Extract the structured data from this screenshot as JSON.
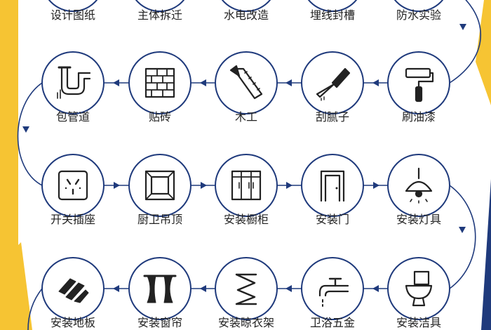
{
  "colors": {
    "accent_yellow": "#f6c433",
    "accent_blue": "#1f3a7c",
    "line": "#1f3a7c",
    "background": "#ffffff",
    "text": "#222222"
  },
  "flow": {
    "row1": [
      {
        "label": "设计图纸",
        "icon": "blueprint-icon"
      },
      {
        "label": "主体拆迁",
        "icon": "demolition-icon"
      },
      {
        "label": "水电改造",
        "icon": "plumbing-electric-icon"
      },
      {
        "label": "埋线封槽",
        "icon": "wire-groove-icon"
      },
      {
        "label": "防水实验",
        "icon": "waterproof-test-icon"
      }
    ],
    "row2": [
      {
        "label": "包管道",
        "icon": "pipe-icon"
      },
      {
        "label": "贴砖",
        "icon": "brick-wall-icon"
      },
      {
        "label": "木工",
        "icon": "saw-icon"
      },
      {
        "label": "刮腻子",
        "icon": "putty-knife-icon"
      },
      {
        "label": "刷油漆",
        "icon": "paint-roller-icon"
      }
    ],
    "row3": [
      {
        "label": "开关插座",
        "icon": "wall-socket-icon"
      },
      {
        "label": "厨卫吊顶",
        "icon": "ceiling-icon"
      },
      {
        "label": "安装橱柜",
        "icon": "cabinet-icon"
      },
      {
        "label": "安装门",
        "icon": "door-icon"
      },
      {
        "label": "安装灯具",
        "icon": "pendant-lamp-icon"
      }
    ],
    "row4": [
      {
        "label": "安装地板",
        "icon": "floor-boards-icon"
      },
      {
        "label": "安装窗帘",
        "icon": "curtain-icon"
      },
      {
        "label": "安装晾衣架",
        "icon": "drying-rack-icon"
      },
      {
        "label": "卫浴五金",
        "icon": "faucet-icon"
      },
      {
        "label": "安装洁具",
        "icon": "toilet-icon"
      }
    ]
  }
}
